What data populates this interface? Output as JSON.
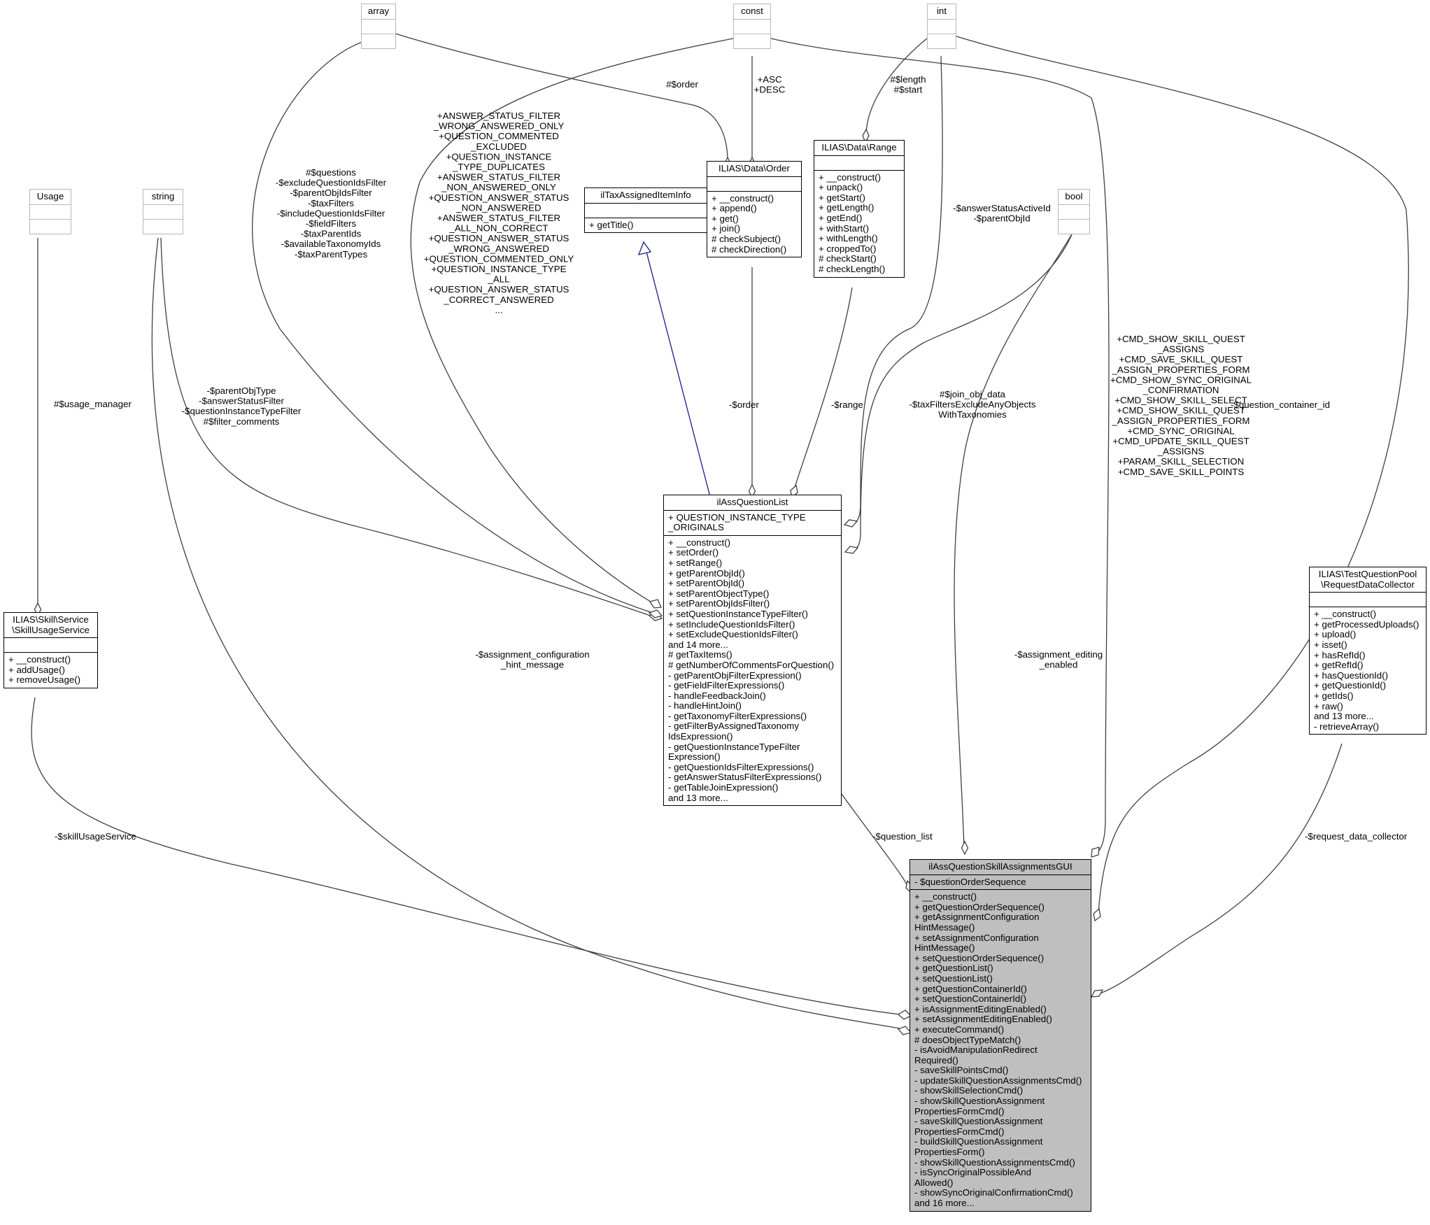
{
  "classes": {
    "array": {
      "title": "array",
      "attrs": [],
      "methods": []
    },
    "const": {
      "title": "const",
      "attrs": [],
      "methods": []
    },
    "int": {
      "title": "int",
      "attrs": [],
      "methods": []
    },
    "usage": {
      "title": "Usage",
      "attrs": [],
      "methods": []
    },
    "string": {
      "title": "string",
      "attrs": [],
      "methods": []
    },
    "bool": {
      "title": "bool",
      "attrs": [],
      "methods": []
    },
    "taxinfo": {
      "title": "ilTaxAssignedItemInfo",
      "attrs": [],
      "methods": [
        "+ getTitle()"
      ]
    },
    "order": {
      "title": "ILIAS\\Data\\Order",
      "attrs": [],
      "methods": [
        "+ __construct()",
        "+ append()",
        "+ get()",
        "+ join()",
        "# checkSubject()",
        "# checkDirection()"
      ]
    },
    "range": {
      "title": "ILIAS\\Data\\Range",
      "attrs": [],
      "methods": [
        "+ __construct()",
        "+ unpack()",
        "+ getStart()",
        "+ getLength()",
        "+ getEnd()",
        "+ withStart()",
        "+ withLength()",
        "+ croppedTo()",
        "# checkStart()",
        "# checkLength()"
      ]
    },
    "skillusage": {
      "title": "ILIAS\\Skill\\Service\n\\SkillUsageService",
      "attrs": [],
      "methods": [
        "+ __construct()",
        "+ addUsage()",
        "+ removeUsage()"
      ]
    },
    "questionlist": {
      "title": "ilAssQuestionList",
      "attrs": [
        "+ QUESTION_INSTANCE_TYPE\n_ORIGINALS"
      ],
      "methods": [
        "+ __construct()",
        "+ setOrder()",
        "+ setRange()",
        "+ getParentObjId()",
        "+ setParentObjId()",
        "+ setParentObjectType()",
        "+ setParentObjIdsFilter()",
        "+ setQuestionInstanceTypeFilter()",
        "+ setIncludeQuestionIdsFilter()",
        "+ setExcludeQuestionIdsFilter()",
        "and 14 more...",
        "# getTaxItems()",
        "# getNumberOfCommentsForQuestion()",
        "- getParentObjFilterExpression()",
        "- getFieldFilterExpressions()",
        "- handleFeedbackJoin()",
        "- handleHintJoin()",
        "- getTaxonomyFilterExpressions()",
        "- getFilterByAssignedTaxonomy\nIdsExpression()",
        "- getQuestionInstanceTypeFilter\nExpression()",
        "- getQuestionIdsFilterExpressions()",
        "- getAnswerStatusFilterExpressions()",
        "- getTableJoinExpression()",
        "and 13 more..."
      ]
    },
    "requestcollector": {
      "title": "ILIAS\\TestQuestionPool\n\\RequestDataCollector",
      "attrs": [],
      "methods": [
        "+ __construct()",
        "+ getProcessedUploads()",
        "+ upload()",
        "+ isset()",
        "+ hasRefId()",
        "+ getRefId()",
        "+ hasQuestionId()",
        "+ getQuestionId()",
        "+ getIds()",
        "+ raw()",
        "and 13 more...",
        "- retrieveArray()"
      ]
    },
    "gui": {
      "title": "ilAssQuestionSkillAssignmentsGUI",
      "attrs": [
        "- $questionOrderSequence"
      ],
      "methods": [
        "+ __construct()",
        "+ getQuestionOrderSequence()",
        "+ getAssignmentConfiguration\nHintMessage()",
        "+ setAssignmentConfiguration\nHintMessage()",
        "+ setQuestionOrderSequence()",
        "+ getQuestionList()",
        "+ setQuestionList()",
        "+ getQuestionContainerId()",
        "+ setQuestionContainerId()",
        "+ isAssignmentEditingEnabled()",
        "+ setAssignmentEditingEnabled()",
        "+ executeCommand()",
        "# doesObjectTypeMatch()",
        "- isAvoidManipulationRedirect\nRequired()",
        "- saveSkillPointsCmd()",
        "- updateSkillQuestionAssignmentsCmd()",
        "- showSkillSelectionCmd()",
        "- showSkillQuestionAssignment\nPropertiesFormCmd()",
        "- saveSkillQuestionAssignment\nPropertiesFormCmd()",
        "- buildSkillQuestionAssignment\nPropertiesForm()",
        "- showSkillQuestionAssignmentsCmd()",
        "- isSyncOriginalPossibleAnd\nAllowed()",
        "- showSyncOriginalConfirmationCmd()",
        "and 16 more..."
      ]
    }
  },
  "edge_labels": {
    "usage_manager": "#$usage_manager",
    "skill_usage_service": "-$skillUsageService",
    "string_to_list": "-$parentObjType\n-$answerStatusFilter\n-$questionInstanceTypeFilter\n#$filter_comments",
    "array_to_list": "#$questions\n-$excludeQuestionIdsFilter\n-$parentObjIdsFilter\n-$taxFilters\n-$includeQuestionIdsFilter\n-$fieldFilters\n-$taxParentIds\n-$availableTaxonomyIds\n-$taxParentTypes",
    "array_to_order": "#$order",
    "const_to_list": "+ANSWER_STATUS_FILTER\n_WRONG_ANSWERED_ONLY\n+QUESTION_COMMENTED\n_EXCLUDED\n+QUESTION_INSTANCE\n_TYPE_DUPLICATES\n+ANSWER_STATUS_FILTER\n_NON_ANSWERED_ONLY\n+QUESTION_ANSWER_STATUS\n_NON_ANSWERED\n+ANSWER_STATUS_FILTER\n_ALL_NON_CORRECT\n+QUESTION_ANSWER_STATUS\n_WRONG_ANSWERED\n+QUESTION_COMMENTED_ONLY\n+QUESTION_INSTANCE_TYPE\n_ALL\n+QUESTION_ANSWER_STATUS\n_CORRECT_ANSWERED\n...",
    "const_to_order": "+ASC\n+DESC",
    "int_to_range": "#$length\n#$start",
    "int_to_list": "-$answerStatusActiveId\n-$parentObjId",
    "order_to_list": "-$order",
    "range_to_list": "-$range",
    "bool_to_list": "#$join_obj_data\n-$taxFiltersExcludeAnyObjects\nWithTaxonomies",
    "string_to_gui": "-$assignment_configuration\n_hint_message",
    "bool_to_gui": "-$assignment_editing\n_enabled",
    "const_to_gui": "+CMD_SHOW_SKILL_QUEST\n_ASSIGNS\n+CMD_SAVE_SKILL_QUEST\n_ASSIGN_PROPERTIES_FORM\n+CMD_SHOW_SYNC_ORIGINAL\n_CONFIRMATION\n+CMD_SHOW_SKILL_SELECT\n+CMD_SHOW_SKILL_QUEST\n_ASSIGN_PROPERTIES_FORM\n+CMD_SYNC_ORIGINAL\n+CMD_UPDATE_SKILL_QUEST\n_ASSIGNS\n+PARAM_SKILL_SELECTION\n+CMD_SAVE_SKILL_POINTS",
    "int_to_gui": "-$question_container_id",
    "list_to_gui": "-$question_list",
    "collector_to_gui": "-$request_data_collector"
  }
}
